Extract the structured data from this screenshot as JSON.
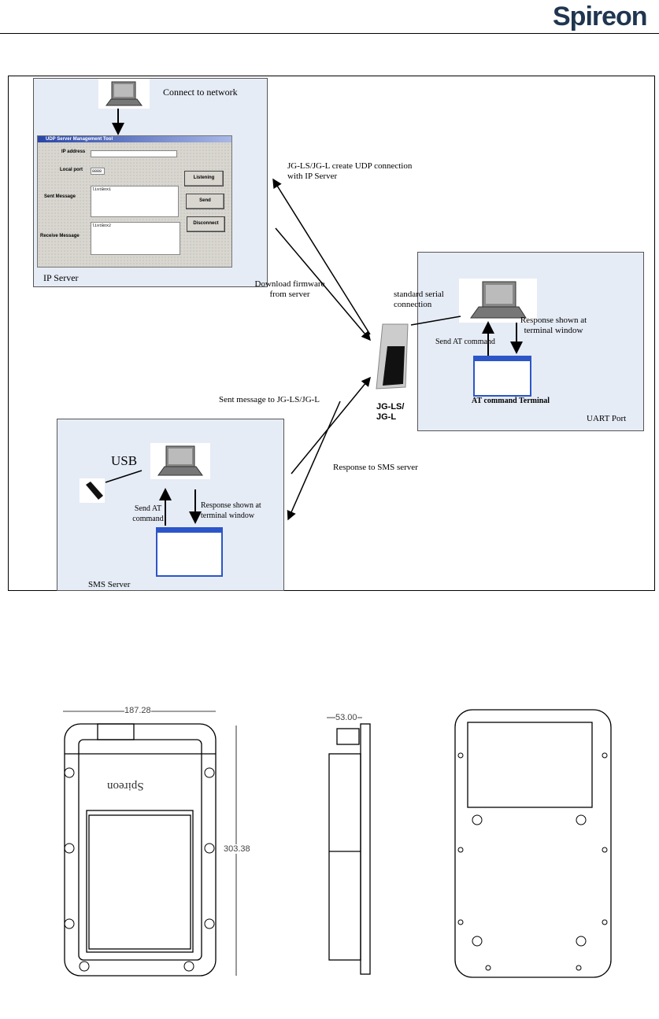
{
  "header": {
    "logo_text": "Spireon"
  },
  "diagram": {
    "ip_server": {
      "title": "IP Server",
      "connect_label": "Connect to network",
      "window": {
        "title": "UDP Server Management Tool",
        "ip_address_label": "IP address",
        "ip_address_value": "",
        "local_port_label": "Local port",
        "local_port_value": "8888",
        "sent_message_label": "Sent Message",
        "sent_listbox": "listBox1",
        "receive_message_label": "Receive Message",
        "receive_listbox": "listBox2",
        "listening_button": "Listening",
        "send_button": "Send",
        "disconnect_button": "Disconnect"
      }
    },
    "udp_label": "JG-LS/JG-L create UDP connection with IP Server",
    "download_label": "Download firmware from server",
    "sent_message_label": "Sent message to JG-LS/JG-L",
    "response_sms_label": "Response to SMS server",
    "serial_label": "standard serial connection",
    "device_label": "JG-LS/ JG-L",
    "uart": {
      "title": "UART Port",
      "send_at": "Send AT command",
      "response": "Response shown at terminal window",
      "terminal_label": "AT command Terminal"
    },
    "sms": {
      "title": "SMS Server",
      "usb_label": "USB",
      "send_at": "Send AT command",
      "response": "Response shown at terminal window"
    }
  },
  "drawings": {
    "width_dim": "187.28",
    "height_dim": "303.38",
    "depth_dim": "53.00",
    "mirrored_logo": "Spireon"
  },
  "colors": {
    "panel": "#e6ecf6",
    "logo": "#1f3550",
    "title_bar": "#2a46a8"
  }
}
